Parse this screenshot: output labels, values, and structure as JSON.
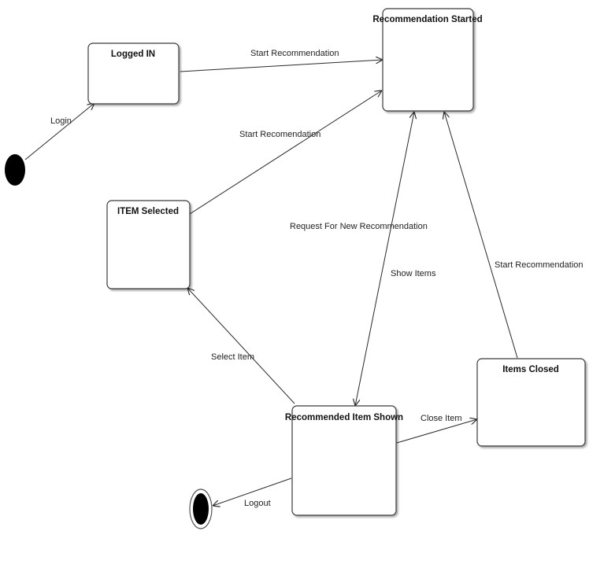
{
  "states": {
    "logged_in": "Logged IN",
    "recommendation_started": "Recommendation Started",
    "item_selected": "ITEM Selected",
    "recommended_item_shown": "Recommended Item Shown",
    "items_closed": "Items Closed"
  },
  "transitions": {
    "login": "Login",
    "start_recommendation_1": "Start Recommendation",
    "start_recommendation_2": "Start Recomendation",
    "request_new_recommendation": "Request For New Recommendation",
    "show_items": "Show Items",
    "start_recommendation_3": "Start Recommendation",
    "select_item": "Select Item",
    "close_item": "Close Item",
    "logout": "Logout"
  }
}
